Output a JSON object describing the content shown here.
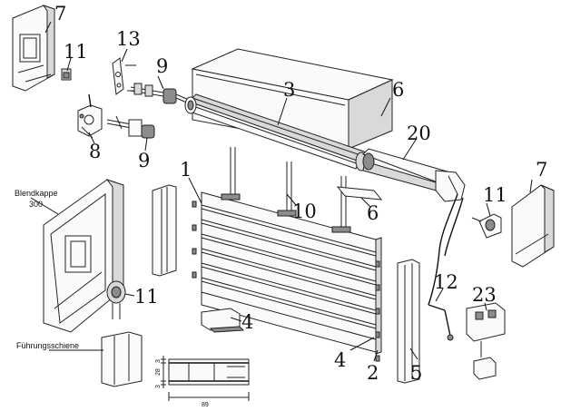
{
  "callouts": [
    {
      "id": "c7a",
      "text": "7"
    },
    {
      "id": "c11a",
      "text": "11"
    },
    {
      "id": "c13",
      "text": "13"
    },
    {
      "id": "c9a",
      "text": "9"
    },
    {
      "id": "c3",
      "text": "3"
    },
    {
      "id": "c6a",
      "text": "6"
    },
    {
      "id": "c8",
      "text": "8"
    },
    {
      "id": "c9b",
      "text": "9"
    },
    {
      "id": "c20",
      "text": "20"
    },
    {
      "id": "c1",
      "text": "1"
    },
    {
      "id": "c10",
      "text": "10"
    },
    {
      "id": "c6b",
      "text": "6"
    },
    {
      "id": "c7b",
      "text": "7"
    },
    {
      "id": "c11b",
      "text": "11"
    },
    {
      "id": "c11c",
      "text": "11"
    },
    {
      "id": "c12",
      "text": "12"
    },
    {
      "id": "c23",
      "text": "23"
    },
    {
      "id": "c4a",
      "text": "4"
    },
    {
      "id": "c4b",
      "text": "4"
    },
    {
      "id": "c2",
      "text": "2"
    },
    {
      "id": "c5",
      "text": "5"
    }
  ],
  "labels": {
    "blendkappe": "Blendkappe",
    "blendkappe_size": "300",
    "fuehrungsschiene": "Führungsschiene"
  },
  "dimensions": {
    "width": "89",
    "height": "28",
    "top_gap": "3",
    "bottom_gap": "3"
  }
}
